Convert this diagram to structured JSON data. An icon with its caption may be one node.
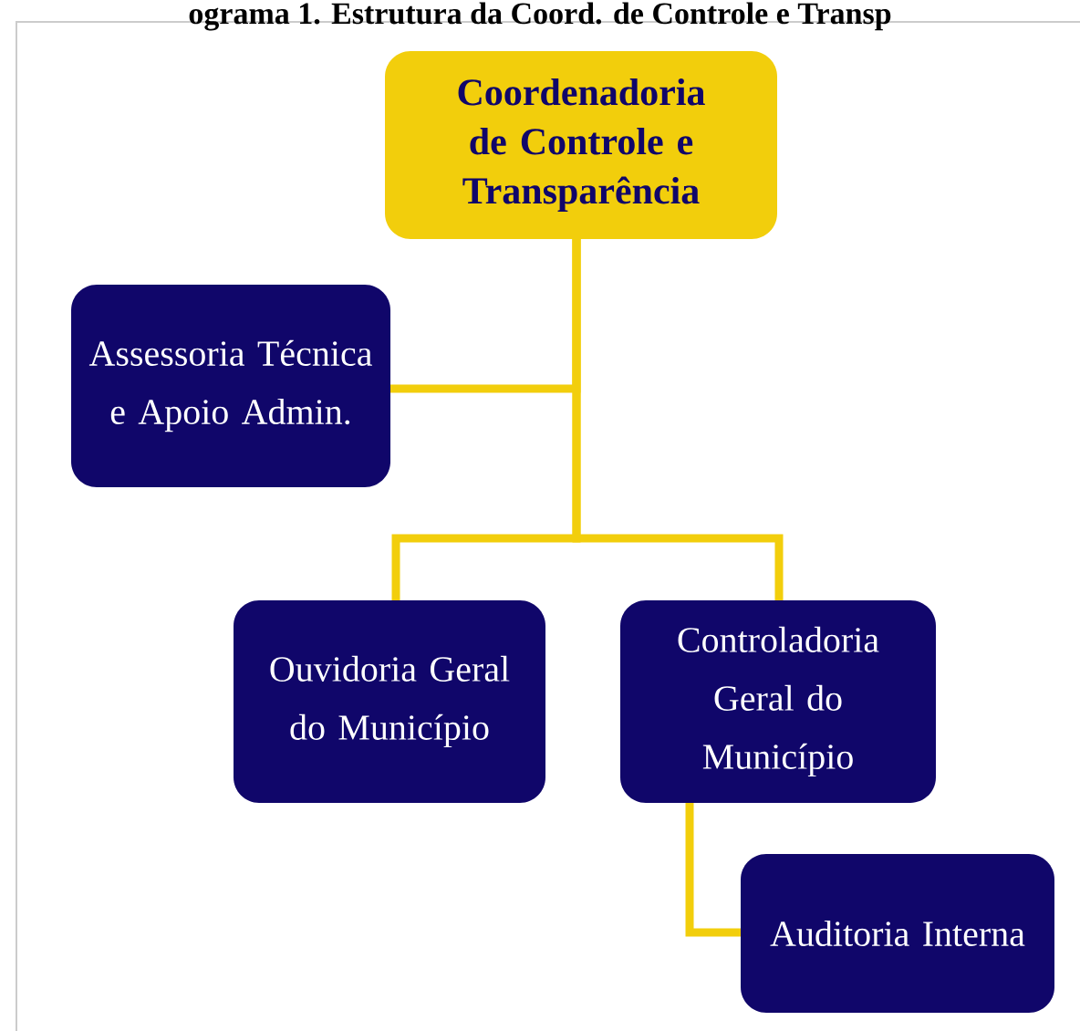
{
  "diagram": {
    "title": "ograma 1. Estrutura da Coord. de Controle e Transp",
    "nodes": [
      {
        "text": [
          "Coordenadoria de Controle e Transparência"
        ]
      },
      {
        "text": [
          "Assessoria Técnica e Apoio Admin."
        ]
      },
      {
        "text": [
          "Ouvidoria Geral do Município"
        ]
      },
      {
        "text": [
          "Controladoria Geral do Município"
        ]
      },
      {
        "text": [
          "Auditoria Interna"
        ]
      }
    ],
    "edges": [
      {
        "from": 0,
        "to": 1,
        "arrow": "none"
      },
      {
        "from": 0,
        "to": 2,
        "arrow": "none"
      },
      {
        "from": 0,
        "to": 3,
        "arrow": "none"
      },
      {
        "from": 3,
        "to": 4,
        "arrow": "none"
      }
    ]
  }
}
